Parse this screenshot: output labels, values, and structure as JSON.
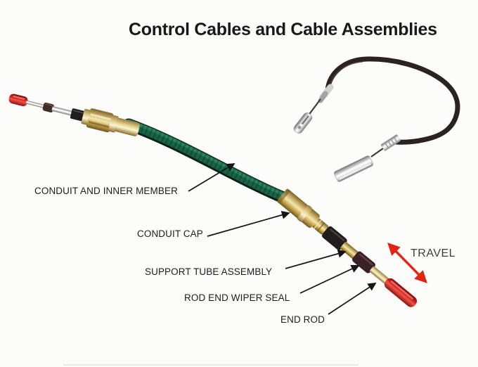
{
  "title": "Control Cables and Cable Assemblies",
  "labels": {
    "conduit_inner": "CONDUIT AND INNER MEMBER",
    "conduit_cap": "CONDUIT CAP",
    "support_tube": "SUPPORT TUBE ASSEMBLY",
    "wiper_seal": "ROD END WIPER SEAL",
    "end_rod": "END ROD",
    "travel": "TRAVEL"
  },
  "colors": {
    "background": "#fcfcfb",
    "title-text": "#191919",
    "label-text": "#1c1c1c",
    "travel-text": "#3e3e3e",
    "leader-line": "#151515",
    "travel-arrow": "#e42313",
    "conduit-green": "#1a6347",
    "conduit-green-dark": "#081f16",
    "conduit-green-light": "#2f8a63",
    "brass": "#c3a95e",
    "red-tip": "#d32222",
    "black-cable": "#2b2320"
  }
}
